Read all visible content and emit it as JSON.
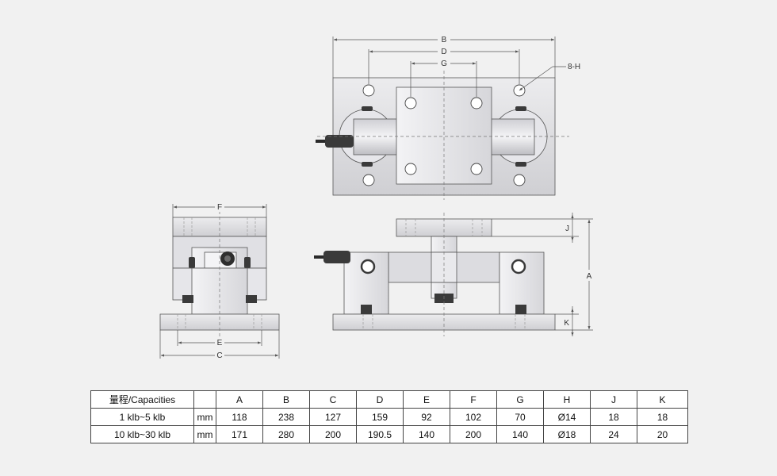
{
  "dimensions": {
    "B": "B",
    "D": "D",
    "G": "G",
    "H": "8-H",
    "F": "F",
    "E": "E",
    "C": "C",
    "J": "J",
    "A": "A",
    "K": "K"
  },
  "colors": {
    "plate": "#dcdcde",
    "plate_dark": "#c4c4c8",
    "block": "#e4e4e8",
    "bolt": "#3a3a3a",
    "cable": "#2a2a2a",
    "line": "#555555"
  },
  "table": {
    "header": [
      "量程/Capacities",
      "",
      "A",
      "B",
      "C",
      "D",
      "E",
      "F",
      "G",
      "H",
      "J",
      "K"
    ],
    "rows": [
      [
        "1 klb~5 klb",
        "mm",
        "118",
        "238",
        "127",
        "159",
        "92",
        "102",
        "70",
        "Ø14",
        "18",
        "18"
      ],
      [
        "10 klb~30 klb",
        "mm",
        "171",
        "280",
        "200",
        "190.5",
        "140",
        "200",
        "140",
        "Ø18",
        "24",
        "20"
      ]
    ]
  }
}
